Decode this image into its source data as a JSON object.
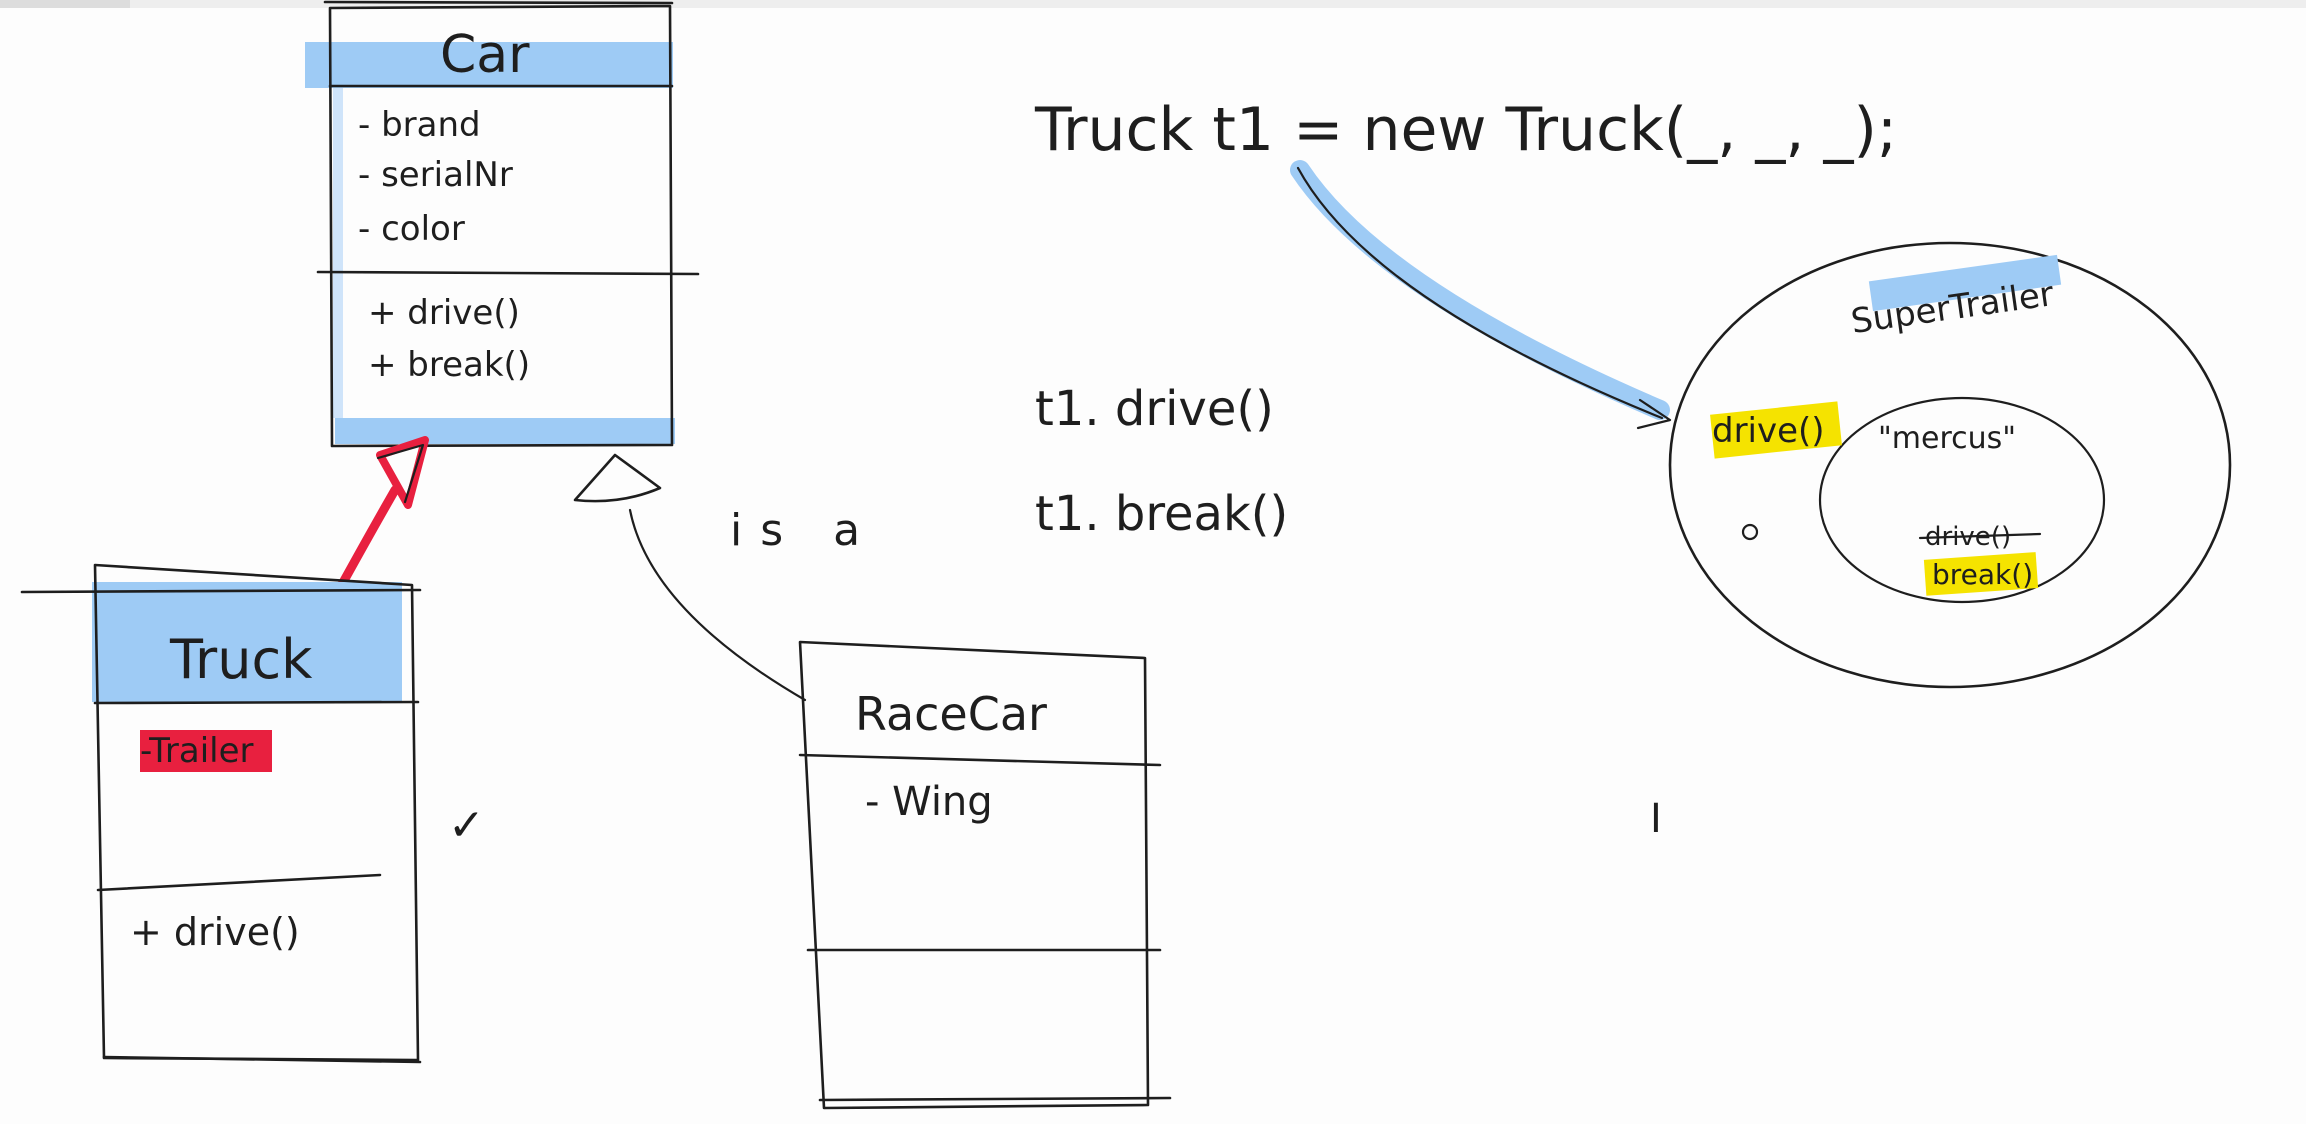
{
  "car_class": {
    "title": "Car",
    "attributes": [
      "- brand",
      "- serialNr",
      "- color"
    ],
    "methods": [
      "+ drive()",
      "+ break()"
    ]
  },
  "truck_class": {
    "title": "Truck",
    "attributes": [
      "-Trailer"
    ],
    "methods": [
      "+ drive()"
    ]
  },
  "racecar_class": {
    "title": "RaceCar",
    "attributes": [
      "- Wing"
    ],
    "methods": []
  },
  "relation_label": "is a",
  "checkmark": "✓",
  "code": {
    "declaration": "Truck t1 = new Truck(_, _, _);",
    "calls": [
      "t1. drive()",
      "t1. break()"
    ]
  },
  "object_diagram": {
    "outer_label": "SuperTrailer",
    "outer_method": "drive()",
    "inner_value": "\"mercus\"",
    "inner_struck": "drive()",
    "inner_method": "break()"
  },
  "cursor": "I",
  "colors": {
    "ink": "#1e1e1e",
    "blue_highlight": "#9ecbf5",
    "red_highlight": "#e8203f",
    "yellow_highlight": "#f5e300"
  }
}
